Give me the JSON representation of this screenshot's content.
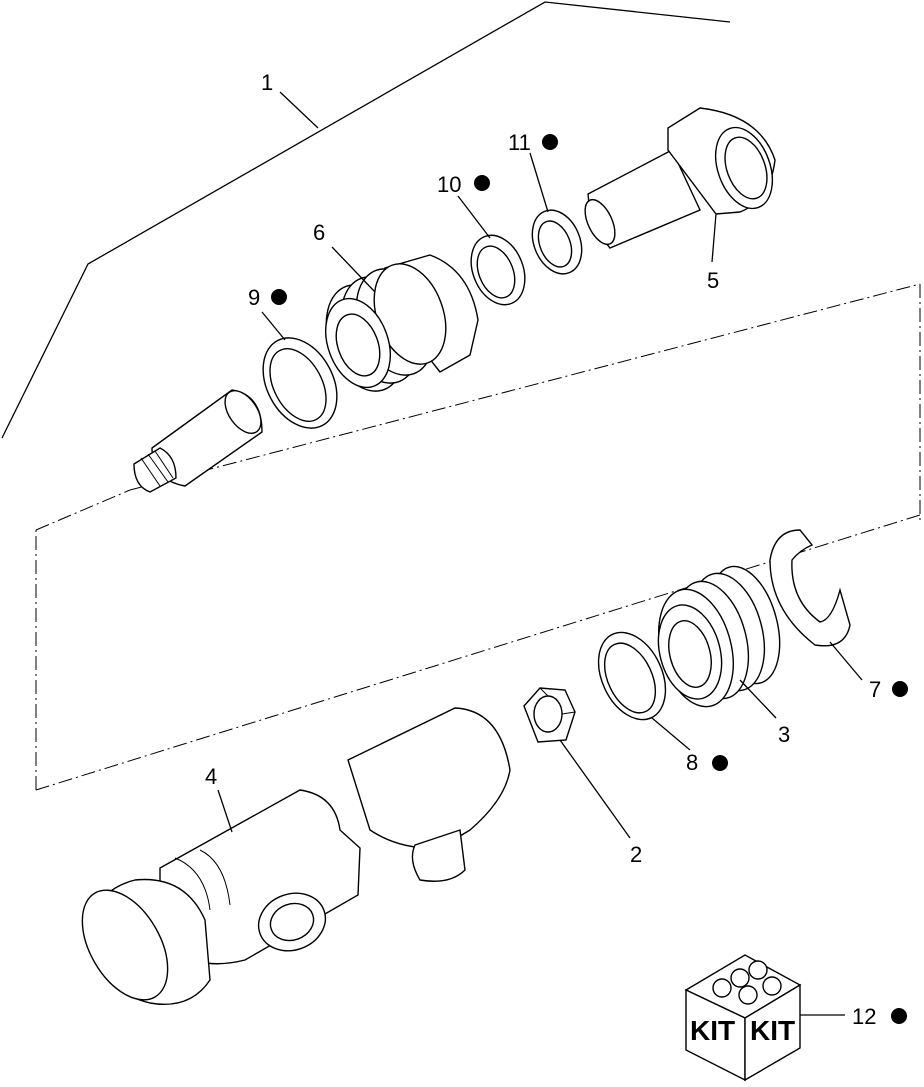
{
  "callouts": [
    {
      "id": "1",
      "label": "1",
      "kit_dot": false
    },
    {
      "id": "2",
      "label": "2",
      "kit_dot": false
    },
    {
      "id": "3",
      "label": "3",
      "kit_dot": false
    },
    {
      "id": "4",
      "label": "4",
      "kit_dot": false
    },
    {
      "id": "5",
      "label": "5",
      "kit_dot": false
    },
    {
      "id": "6",
      "label": "6",
      "kit_dot": false
    },
    {
      "id": "7",
      "label": "7",
      "kit_dot": true
    },
    {
      "id": "8",
      "label": "8",
      "kit_dot": true
    },
    {
      "id": "9",
      "label": "9",
      "kit_dot": true
    },
    {
      "id": "10",
      "label": "10",
      "kit_dot": true
    },
    {
      "id": "11",
      "label": "11",
      "kit_dot": true
    },
    {
      "id": "12",
      "label": "12",
      "kit_dot": true
    }
  ],
  "kit_box": {
    "label_left": "KIT",
    "label_right": "KIT"
  },
  "colors": {
    "ink": "#000000",
    "paper": "#ffffff"
  }
}
